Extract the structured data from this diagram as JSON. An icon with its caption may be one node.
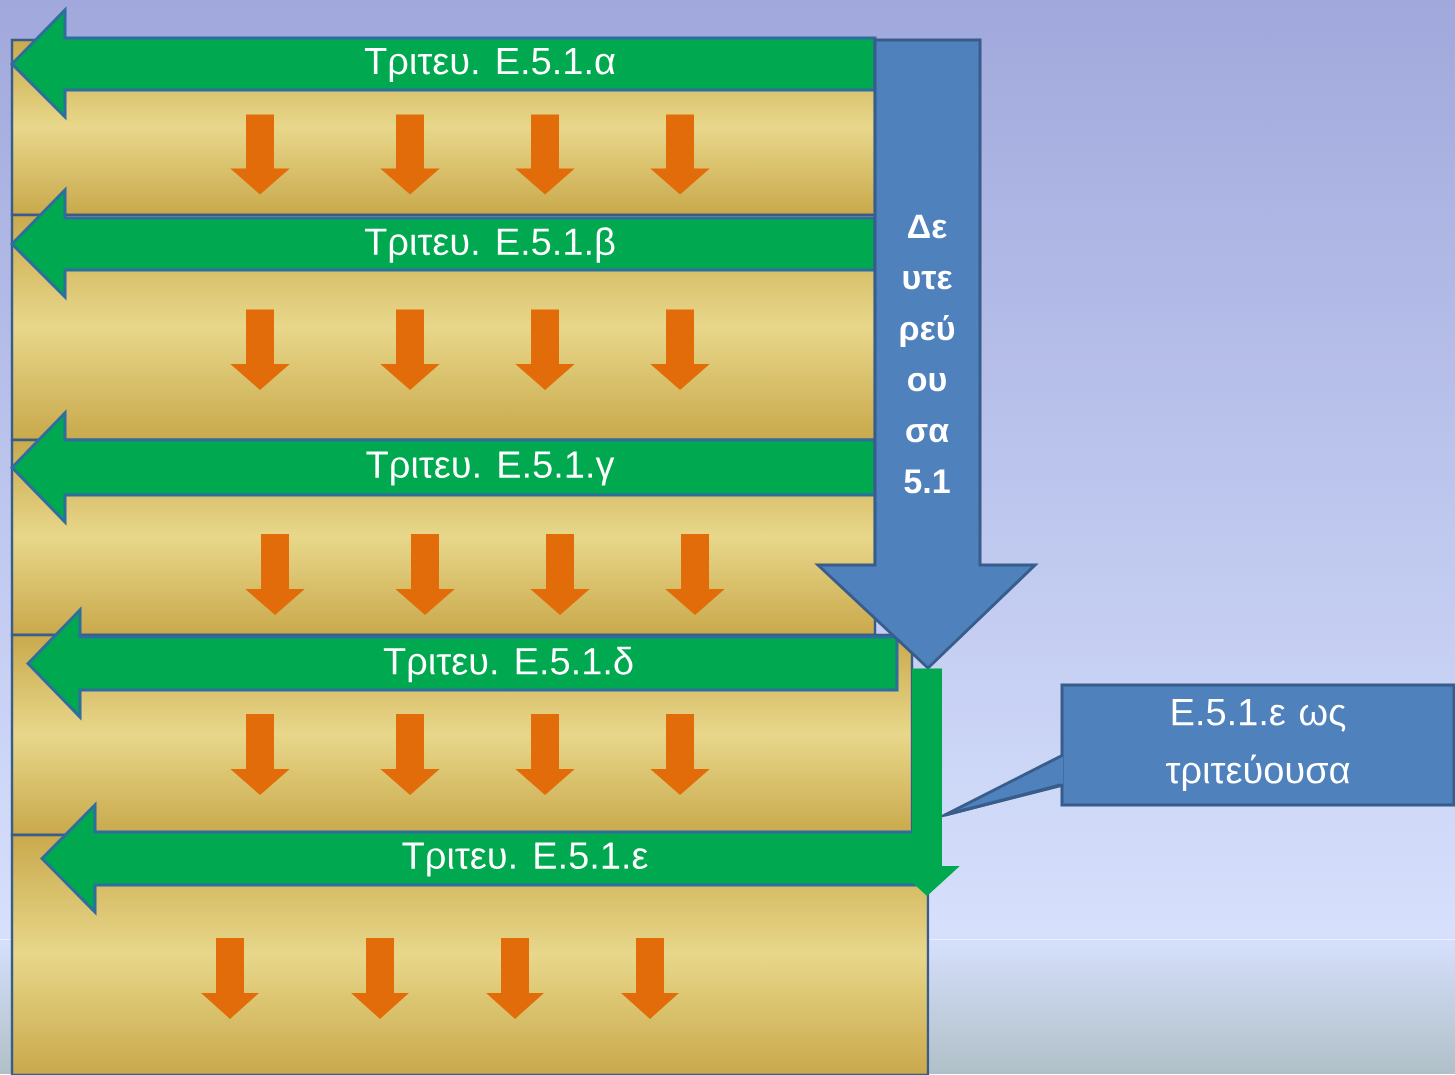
{
  "diagram": {
    "nodes": [
      {
        "text": [
          "Τριτευ. Ε.5.1.α"
        ]
      },
      {
        "text": [
          "Τριτευ. Ε.5.1.β"
        ]
      },
      {
        "text": [
          "Τριτευ. Ε.5.1.γ"
        ]
      },
      {
        "text": [
          "Τριτευ. Ε.5.1.δ"
        ]
      },
      {
        "text": [
          "Τριτευ. Ε.5.1.ε"
        ]
      },
      {
        "text": [
          "Δε υτε ρεύ ου σα 5.1"
        ]
      },
      {
        "text": [
          "Ε.5.1.ε ως τριτεύουσα"
        ]
      }
    ],
    "edges": [
      {
        "from": 5,
        "to": 4,
        "arrow": "to",
        "color": "#00a84f"
      },
      {
        "from": 6,
        "to": null,
        "arrow": "none",
        "color": "#385d8a"
      },
      {
        "from": 0,
        "to": 1,
        "arrow": "to"
      },
      {
        "from": 0,
        "to": 1,
        "arrow": "to"
      },
      {
        "from": 0,
        "to": 1,
        "arrow": "to"
      },
      {
        "from": 0,
        "to": 1,
        "arrow": "to"
      },
      {
        "from": 1,
        "to": 2,
        "arrow": "to"
      },
      {
        "from": 1,
        "to": 2,
        "arrow": "to"
      },
      {
        "from": 1,
        "to": 2,
        "arrow": "to"
      },
      {
        "from": 1,
        "to": 2,
        "arrow": "to"
      },
      {
        "from": 2,
        "to": 3,
        "arrow": "to"
      },
      {
        "from": 2,
        "to": 3,
        "arrow": "to"
      },
      {
        "from": 2,
        "to": 3,
        "arrow": "to"
      },
      {
        "from": 2,
        "to": 3,
        "arrow": "to"
      },
      {
        "from": 3,
        "to": 4,
        "arrow": "to"
      },
      {
        "from": 3,
        "to": 4,
        "arrow": "to"
      },
      {
        "from": 3,
        "to": 4,
        "arrow": "to"
      },
      {
        "from": 3,
        "to": 4,
        "arrow": "to"
      }
    ]
  }
}
